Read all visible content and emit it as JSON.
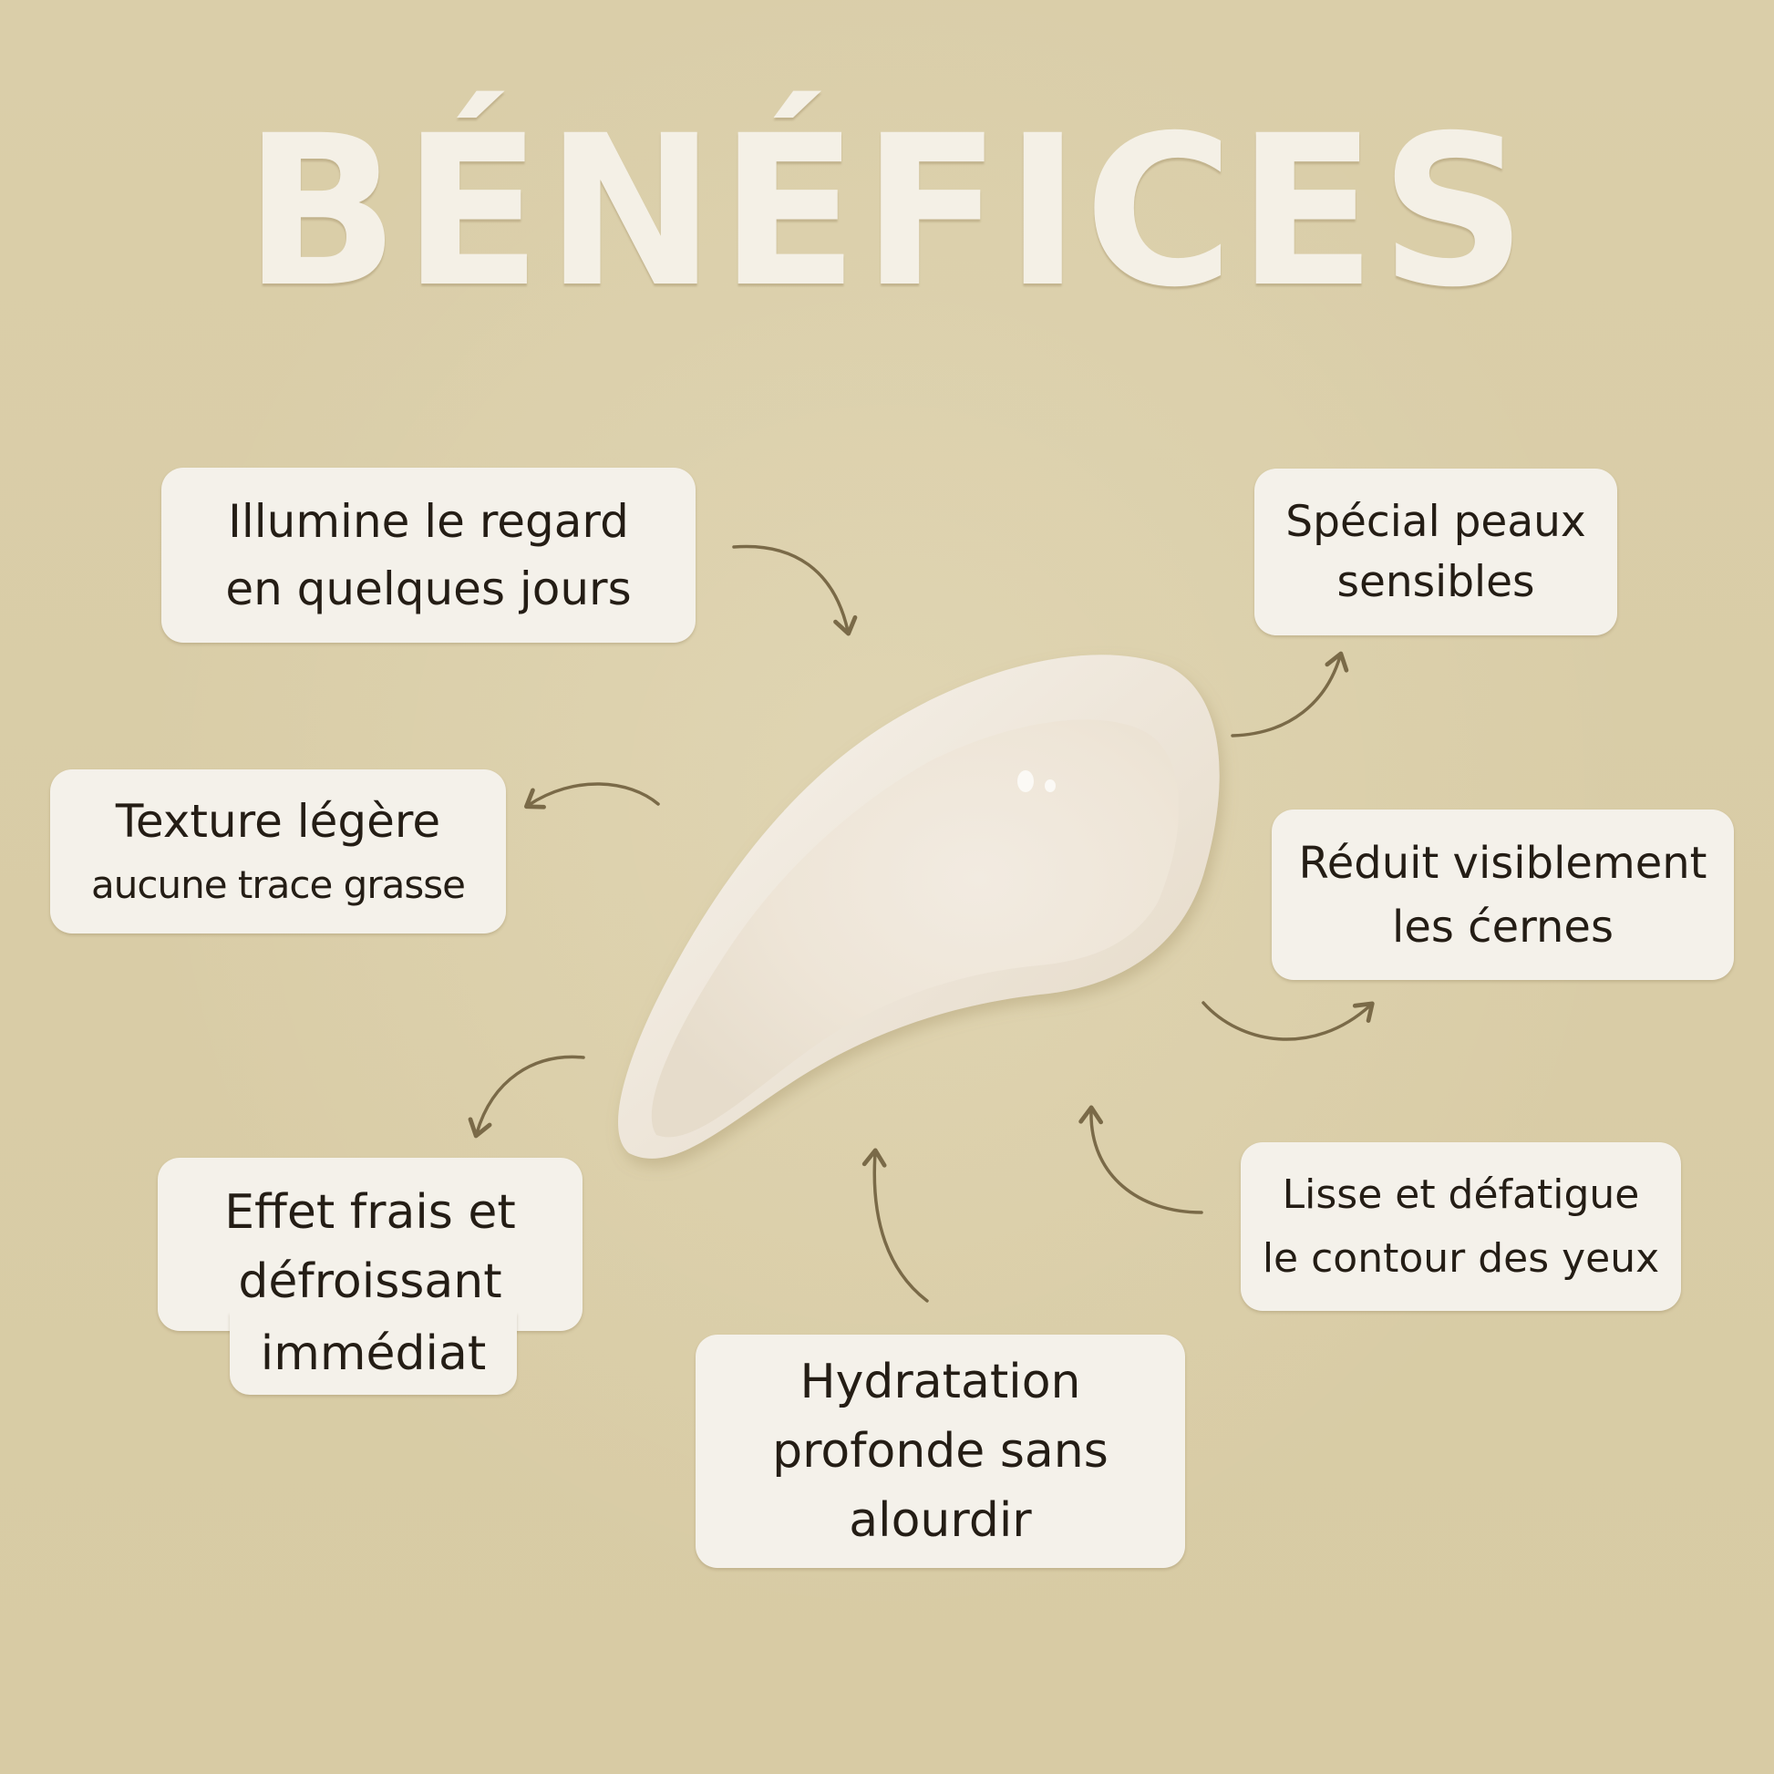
{
  "title": "BÉNÉFICES",
  "colors": {
    "background": "#d9cca6",
    "title": "#f4f0e6",
    "box_fill": "#f4f1ea",
    "text": "#241d15",
    "arrow": "#7a6a48",
    "cream": "#efe6d8"
  },
  "center_image": {
    "icon": "cream-smear"
  },
  "benefits": [
    {
      "id": "illumine",
      "lines": [
        "Illumine le regard",
        "en quelques jours"
      ]
    },
    {
      "id": "special",
      "lines": [
        "Spécial peaux",
        "sensibles"
      ]
    },
    {
      "id": "texture",
      "lines": [
        "Texture légère",
        "aucune trace grasse"
      ]
    },
    {
      "id": "reduit",
      "lines": [
        "Réduit visiblement",
        "les ćernes"
      ]
    },
    {
      "id": "effet",
      "lines": [
        "Effet frais et",
        "défroissant",
        "immédiat"
      ]
    },
    {
      "id": "lisse",
      "lines": [
        "Lisse et défatigue",
        "le contour des yeux"
      ]
    },
    {
      "id": "hydratation",
      "lines": [
        "Hydratation",
        "profonde sans",
        "alourdir"
      ]
    }
  ]
}
